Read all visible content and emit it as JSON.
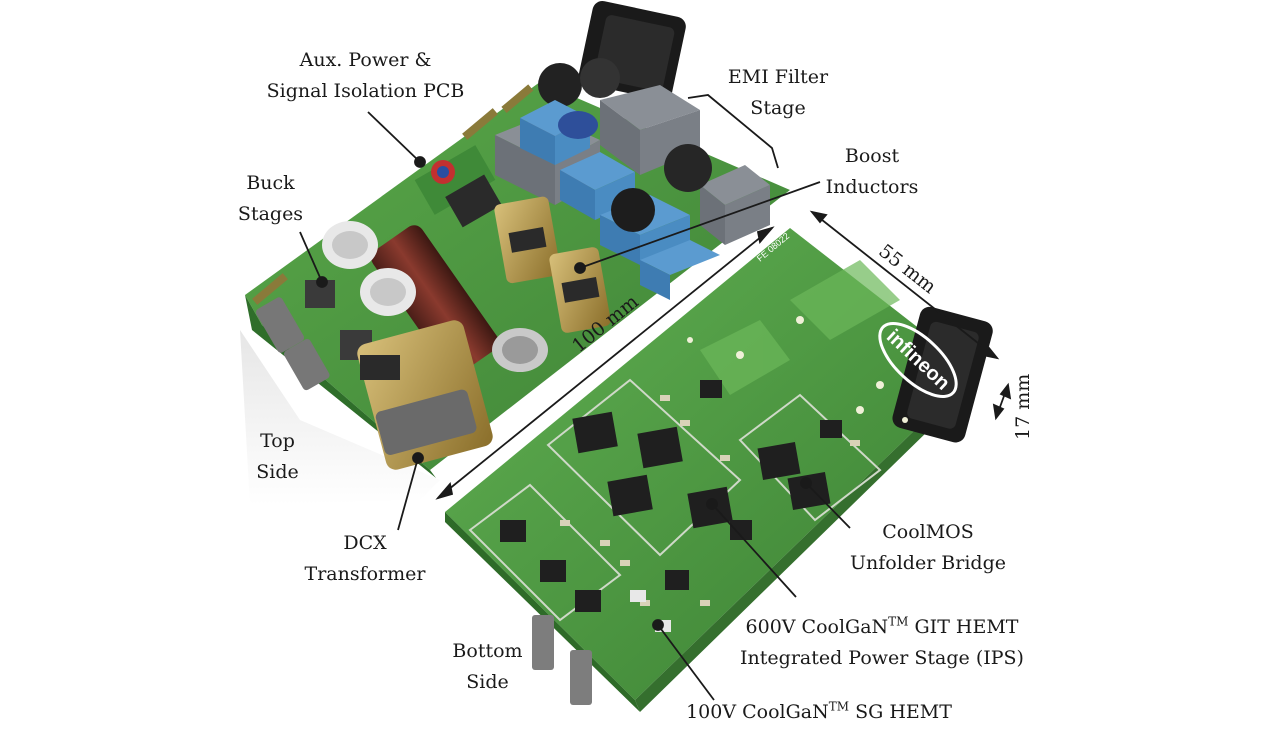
{
  "labels": {
    "aux_power": [
      "Aux. Power &",
      "Signal Isolation PCB"
    ],
    "emi_filter": [
      "EMI Filter",
      "Stage"
    ],
    "buck_stages": [
      "Buck",
      "Stages"
    ],
    "boost_inductors": [
      "Boost",
      "Inductors"
    ],
    "top_side": [
      "Top",
      "Side"
    ],
    "dcx_transformer": [
      "DCX",
      "Transformer"
    ],
    "coolmos": [
      "CoolMOS",
      "Unfolder Bridge"
    ],
    "coolgan_600_pre": "600V CoolGaN",
    "coolgan_600_tm": "TM",
    "coolgan_600_post": " GIT HEMT",
    "coolgan_600_line2": "Integrated Power Stage (IPS)",
    "bottom_side": [
      "Bottom",
      "Side"
    ],
    "coolgan_100_pre": "100V CoolGaN",
    "coolgan_100_tm": "TM",
    "coolgan_100_post": " SG HEMT"
  },
  "dimensions": {
    "length": "100 mm",
    "width": "55 mm",
    "height": "17 mm"
  },
  "brand": {
    "logo_text": "infineon",
    "board_marking": "FE 08022"
  },
  "colors": {
    "pcb_green": "#4f9a3f",
    "pcb_dark": "#2f6e2a",
    "capacitor_blue": "#4d8fc4",
    "transformer_gold": "#b89a4a",
    "electrolytic_brown": "#6a2a22"
  }
}
